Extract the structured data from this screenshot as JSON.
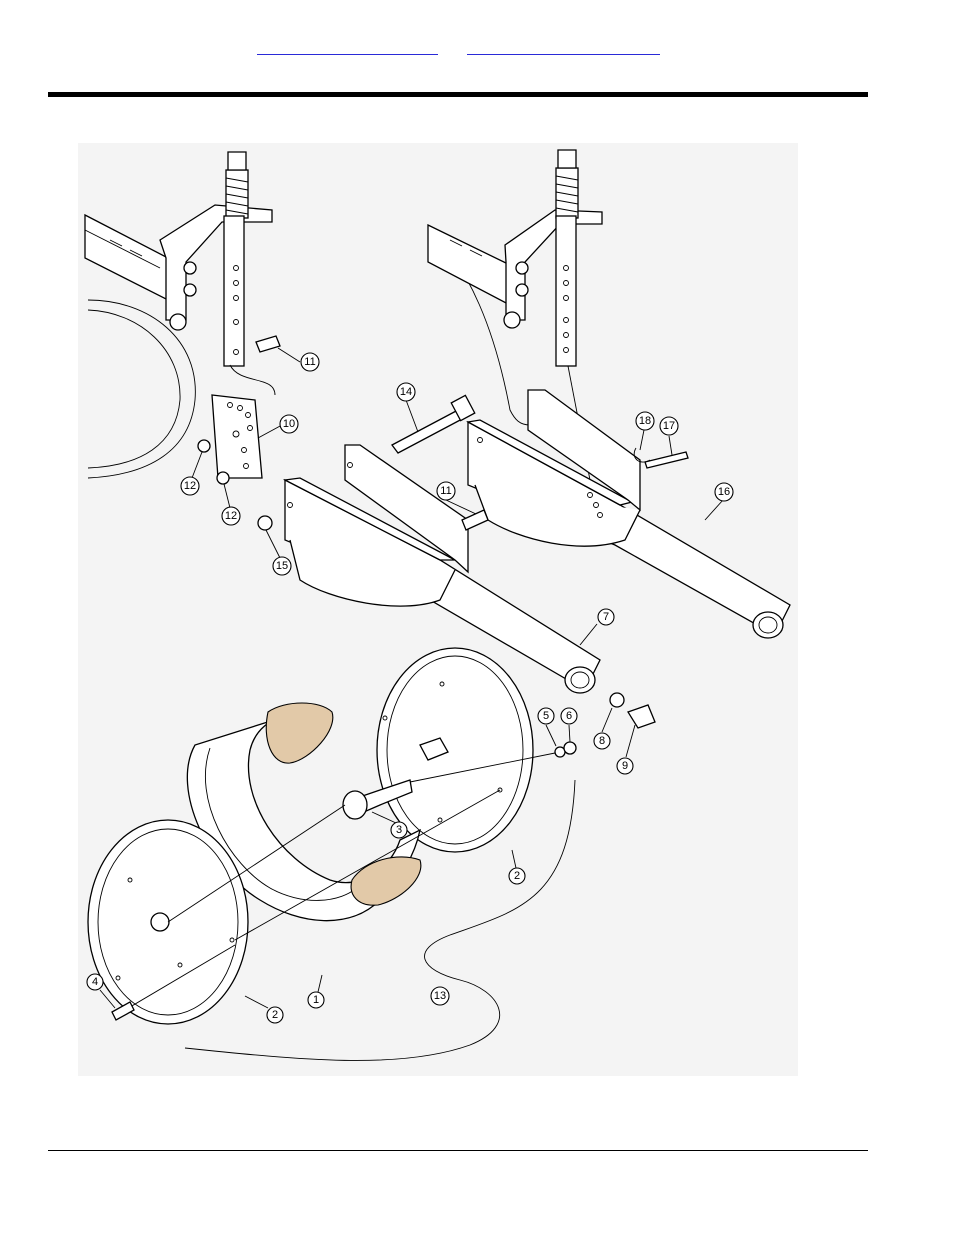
{
  "header": {
    "links": [
      {
        "label": ""
      },
      {
        "label": ""
      }
    ]
  },
  "diagram": {
    "callouts": [
      {
        "id": "c1",
        "label": "1"
      },
      {
        "id": "c2a",
        "label": "2"
      },
      {
        "id": "c2b",
        "label": "2"
      },
      {
        "id": "c3",
        "label": "3"
      },
      {
        "id": "c4",
        "label": "4"
      },
      {
        "id": "c5",
        "label": "5"
      },
      {
        "id": "c6",
        "label": "6"
      },
      {
        "id": "c7",
        "label": "7"
      },
      {
        "id": "c8",
        "label": "8"
      },
      {
        "id": "c9",
        "label": "9"
      },
      {
        "id": "c10",
        "label": "10"
      },
      {
        "id": "c11a",
        "label": "11"
      },
      {
        "id": "c11b",
        "label": "11"
      },
      {
        "id": "c12a",
        "label": "12"
      },
      {
        "id": "c12b",
        "label": "12"
      },
      {
        "id": "c13",
        "label": "13"
      },
      {
        "id": "c14",
        "label": "14"
      },
      {
        "id": "c15",
        "label": "15"
      },
      {
        "id": "c16",
        "label": "16"
      },
      {
        "id": "c17",
        "label": "17"
      },
      {
        "id": "c18",
        "label": "18"
      }
    ]
  }
}
